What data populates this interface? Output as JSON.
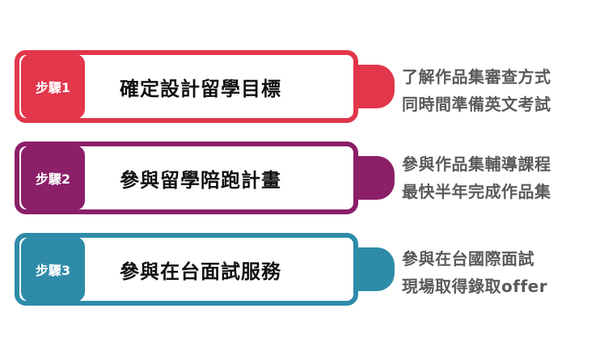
{
  "colors": {
    "step1": "#e2364b",
    "step2": "#8b1f68",
    "step3": "#2e8ba8"
  },
  "steps": [
    {
      "badge": "步驟1",
      "title": "確定設計留學目標",
      "note_lines": [
        "了解作品集審查方式",
        "同時間準備英文考試"
      ]
    },
    {
      "badge": "步驟2",
      "title": "參與留學陪跑計畫",
      "note_lines": [
        "參與作品集輔導課程",
        "最快半年完成作品集"
      ]
    },
    {
      "badge": "步驟3",
      "title": "參與在台面試服務",
      "note_lines": [
        "參與在台國際面試",
        "現場取得錄取offer"
      ]
    }
  ]
}
